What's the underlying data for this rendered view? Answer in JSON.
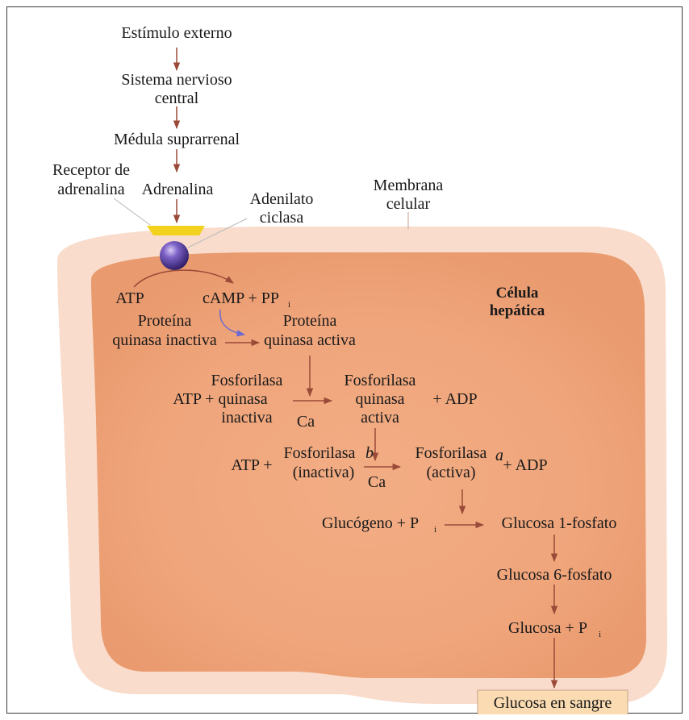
{
  "labels": {
    "external_stimulus": "Estímulo externo",
    "cns_line1": "Sistema nervioso",
    "cns_line2": "central",
    "adrenal_medulla": "Médula suprarrenal",
    "receptor_line1": "Receptor de",
    "receptor_line2": "adrenalina",
    "adrenaline": "Adrenalina",
    "adenylate_line1": "Adenilato",
    "adenylate_line2": "ciclasa",
    "membrane_line1": "Membrana",
    "membrane_line2": "celular",
    "cell_line1": "Célula",
    "cell_line2": "hepática",
    "atp": "ATP",
    "camp_pp": "cAMP + PP",
    "pp_subscript": "i",
    "pk_inactive_line1": "Proteína",
    "pk_inactive_line2": "quinasa inactiva",
    "pk_active_line1": "Proteína",
    "pk_active_line2": "quinasa activa",
    "pk_kinase_line1": "Fosforilasa",
    "pk_kinase_line2_prefix": "ATP + quinasa",
    "pk_kinase_line3": "inactiva",
    "ca_1": "Ca",
    "pk_kinase_active_line1": "Fosforilasa",
    "pk_kinase_active_line2": "quinasa",
    "pk_kinase_active_line3": "activa",
    "plus_adp_1": "+ ADP",
    "atp_plus": "ATP +",
    "phos_b_line1": "Fosforilasa",
    "phos_b_letter": "b",
    "phos_b_line2": "(inactiva)",
    "ca_2": "Ca",
    "phos_a_line1": "Fosforilasa",
    "phos_a_letter": "a",
    "phos_a_line2": "(activa)",
    "plus_adp_2": "+ ADP",
    "glycogen_pi": "Glucógeno + P",
    "pi_subscript_1": "i",
    "glucose_1p": "Glucosa 1-fosfato",
    "glucose_6p": "Glucosa 6-fosfato",
    "glucose_pi": "Glucosa + P",
    "pi_subscript_2": "i",
    "blood_glucose": "Glucosa en sangre"
  },
  "colors": {
    "arrow": "#9a4a38",
    "outer_cell": "#f9dccb",
    "inner_cell": "#f0a77c",
    "receptor": "#f2d21e",
    "enzyme_ball": "#6a4bb8",
    "blood_box": "#fbdcb2"
  }
}
